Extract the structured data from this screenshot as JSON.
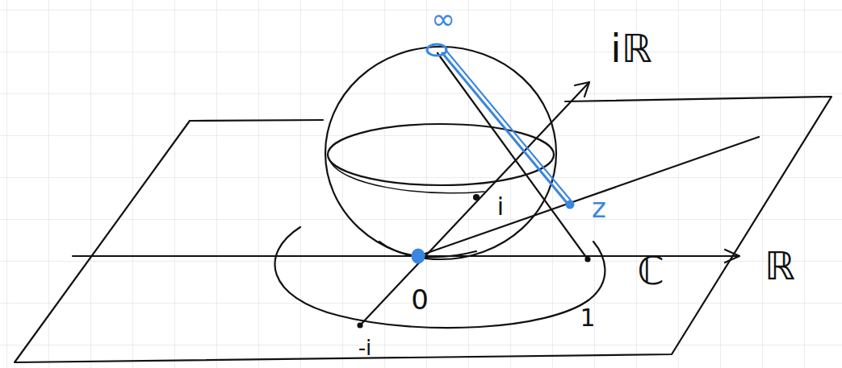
{
  "diagram": {
    "labels": [
      "∞",
      "iℝ",
      "i",
      "z",
      "ℂ",
      "ℝ",
      "0",
      "1",
      "-i"
    ]
  }
}
